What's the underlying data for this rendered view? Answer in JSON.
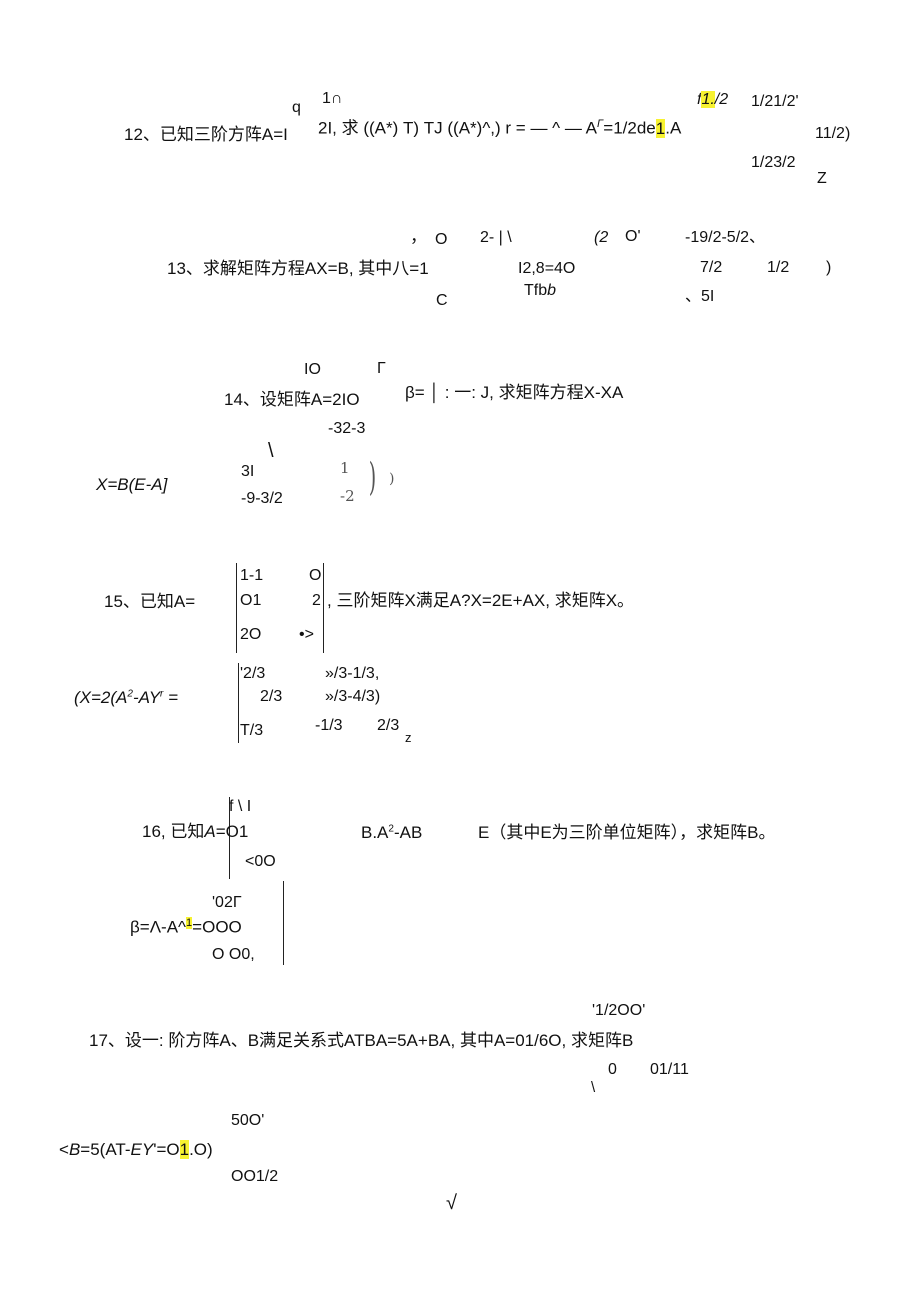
{
  "p12": {
    "q": "q",
    "top": "1∩",
    "label": "12、已知三阶方阵A=I",
    "expr": "2I, 求 ((A*) T) TJ ((A*)^,) r = — ^ — A",
    "gamma": "Γ",
    "tail_a": "=1/2de",
    "hl1": "1",
    "tail_b": ".A",
    "f_pre": "f",
    "f_hl": "1.",
    "f_post": "/2",
    "r1": "1/21/2'",
    "r2": "11/2)",
    "r3": "1/23/2",
    "z": "Z"
  },
  "p13": {
    "comma": "，",
    "o": "O",
    "two": "2- | \\",
    "paren": "(2",
    "o2": "O'",
    "r1": "-19/2-5/2、",
    "label": "13、求解矩阵方程AX=B, 其中八=1",
    "mid": "I2,8=4O",
    "tfb_pre": "Tfb",
    "tfb_b": "b",
    "r2a": "7/2",
    "r2b": "1/2",
    "r2c": ")",
    "c": "C",
    "r3": "、5I"
  },
  "p14": {
    "top1": "IO",
    "top2": "Γ",
    "label": "14、设矩阵A=2IO",
    "beta": "β= │ : 一: J, 求矩阵方程X-XA",
    "row3": "-32-3",
    "ans_label": "X=B(E-A]",
    "slash": "\\",
    "r1": "3I",
    "r2": "-9-3/2",
    "img1": "1",
    "img2": "-2",
    "img_paren": ")",
    "img_paren2": ")"
  },
  "p15": {
    "label": "15、已知A=",
    "m1a": "1-1",
    "m1b": "O",
    "m2a": "O1",
    "m2b": "2",
    "m3a": "2O",
    "m3b": "•>",
    "cond": ", 三阶矩阵X满足A?X=2E+AX, 求矩阵X。",
    "ans_pre": "(X=2(A",
    "sup2": "2",
    "ans_mid": "-AY",
    "sup_r": "r",
    "ans_eq": " =",
    "a1a": "'2/3",
    "a1b": "»/3-1/3,",
    "a2a": "2/3",
    "a2b": "»/3-4/3)",
    "a3a": "T/3",
    "a3b": "-1/3",
    "a3c": "2/3",
    "a3d": "z"
  },
  "p16": {
    "top": "f \\ I",
    "label_pre": "16, 已知",
    "label_a": "A",
    "label_eq": "=O1",
    "b_expr_a": "B.A",
    "b_sup": "2",
    "b_expr_b": "-AB",
    "e_text": "E（其中E为三阶单位矩阵），求矩阵B。",
    "row3": "<0O",
    "ans_top": "'02Γ",
    "ans_pre": "β=Λ-A^",
    "ans_hl": "1",
    "ans_post": "=OOO",
    "ans_r3": "O O0,"
  },
  "p17": {
    "top": "'1/2OO'",
    "label": "17、设一: 阶方阵A、B满足关系式ATBA=5A+BA, 其中A=01/6O, 求矩阵B",
    "row3a": "\\",
    "row3b": "0",
    "row3c": "01/11",
    "ans_top": "50O'",
    "ans_pre": "<",
    "ans_b": "B",
    "ans_mid": "=5(AT-",
    "ans_ey": "EY",
    "ans_eq": "'=O",
    "ans_hl": "1",
    "ans_end": ".O)",
    "ans_r3": "OO1/2",
    "check": "√"
  }
}
